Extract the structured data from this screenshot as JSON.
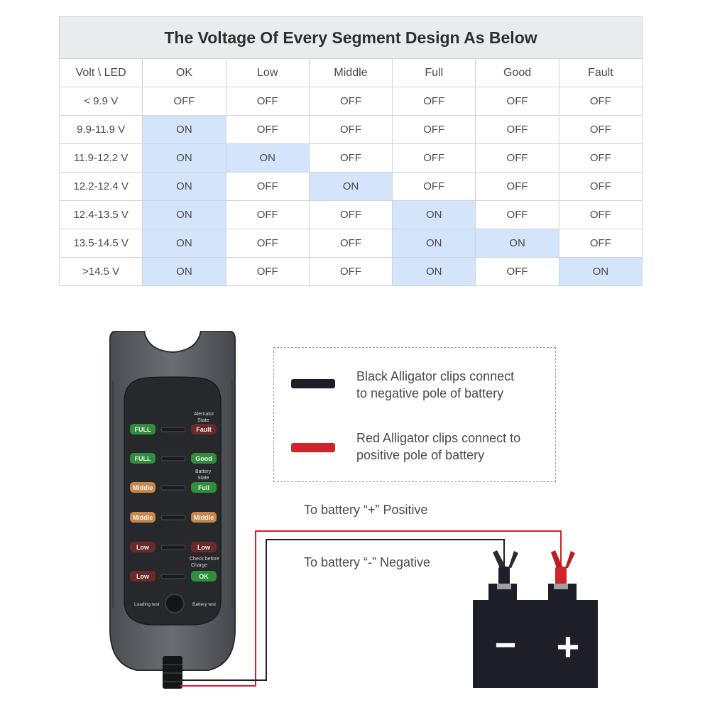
{
  "table": {
    "title": "The Voltage Of Every Segment Design As Below",
    "corner_header": "Volt \\ LED",
    "columns": [
      "OK",
      "Low",
      "Middle",
      "Full",
      "Good",
      "Fault"
    ],
    "rows": [
      {
        "volt": "< 9.9 V",
        "cells": [
          "OFF",
          "OFF",
          "OFF",
          "OFF",
          "OFF",
          "OFF"
        ]
      },
      {
        "volt": "9.9-11.9 V",
        "cells": [
          "ON",
          "OFF",
          "OFF",
          "OFF",
          "OFF",
          "OFF"
        ]
      },
      {
        "volt": "11.9-12.2 V",
        "cells": [
          "ON",
          "ON",
          "OFF",
          "OFF",
          "OFF",
          "OFF"
        ]
      },
      {
        "volt": "12.2-12.4 V",
        "cells": [
          "ON",
          "OFF",
          "ON",
          "OFF",
          "OFF",
          "OFF"
        ]
      },
      {
        "volt": "12.4-13.5 V",
        "cells": [
          "ON",
          "OFF",
          "OFF",
          "ON",
          "OFF",
          "OFF"
        ]
      },
      {
        "volt": "13.5-14.5 V",
        "cells": [
          "ON",
          "OFF",
          "OFF",
          "ON",
          "ON",
          "OFF"
        ]
      },
      {
        "volt": ">14.5 V",
        "cells": [
          "ON",
          "OFF",
          "OFF",
          "ON",
          "OFF",
          "ON"
        ]
      }
    ],
    "on_color": "#d3e4fb"
  },
  "device": {
    "left_leds": [
      "FULL",
      "FULL",
      "Middle",
      "Middle",
      "Low",
      "Low"
    ],
    "right_leds": [
      "Fault",
      "Good",
      "Full",
      "Middle",
      "Low",
      "OK"
    ],
    "alternator_label_1": "Alernator",
    "alternator_label_2": "State",
    "battery_label_1": "Battery",
    "battery_label_2": "State",
    "check_label_1": "Check before",
    "check_label_2": "Charge",
    "loading_test": "Loading test",
    "battery_test": "Battery  test",
    "colors": {
      "green": "#2f8f3c",
      "orange": "#c8864a",
      "red": "#6b2a2a"
    }
  },
  "legend": {
    "black_text_1": "Black Alligator clips connect",
    "black_text_2": "to negative pole of battery",
    "red_text_1": "Red Alligator clips connect to",
    "red_text_2": "positive pole of battery",
    "black_color": "#1e1e28",
    "red_color": "#d2222a"
  },
  "wiring": {
    "positive_label": "To battery “+” Positive",
    "negative_label": "To battery “-” Negative",
    "minus_sign": "−",
    "plus_sign": "+"
  }
}
